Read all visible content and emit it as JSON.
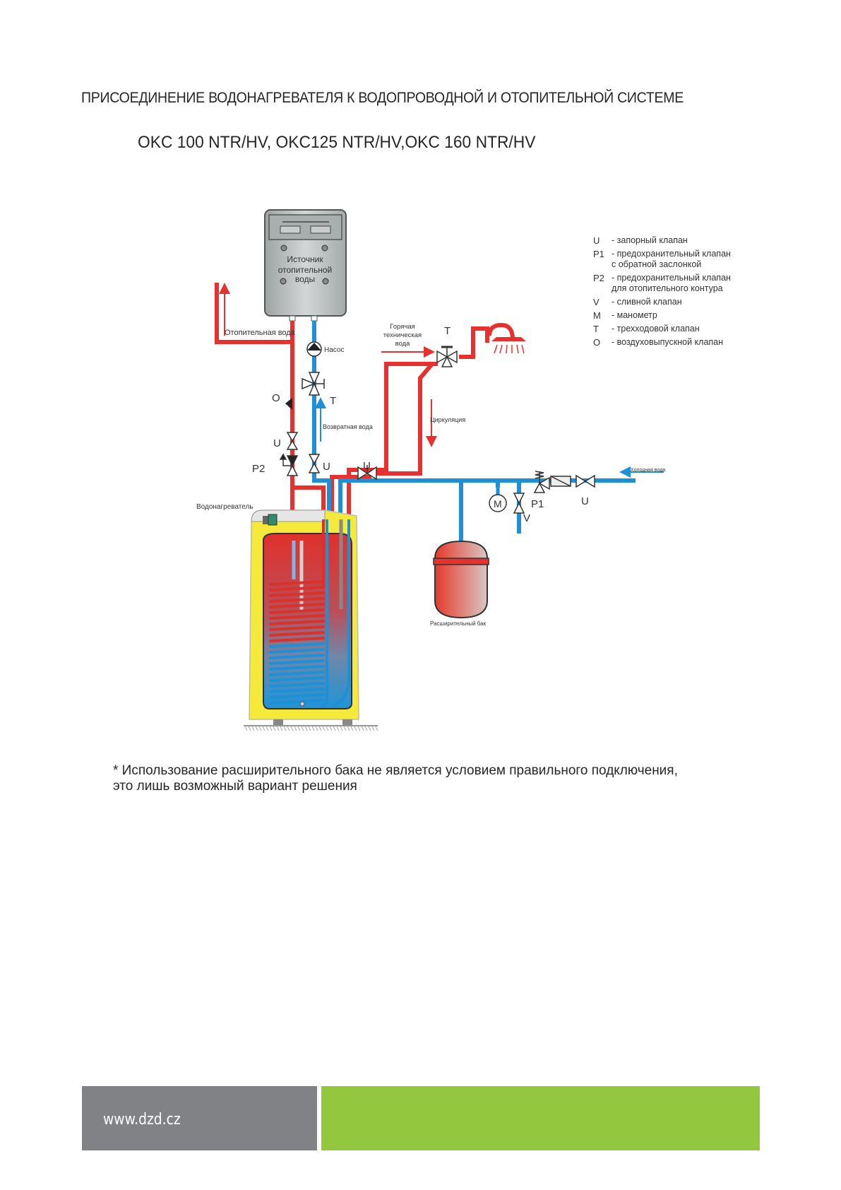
{
  "document": {
    "title": "ПРИСОЕДИНЕНИЕ ВОДОНАГРЕВАТЕЛЯ К ВОДОПРОВОДНОЙ И ОТОПИТЕЛЬНОЙ СИСТЕМЕ",
    "subtitle": "OKC 100 NTR/HV, OKC125 NTR/HV,OKC 160 NTR/HV"
  },
  "diagram": {
    "heat_source": {
      "line1": "Источник",
      "line2": "отопительной",
      "line3": "воды"
    },
    "labels": {
      "heating_water": "Отопительная вода",
      "pump": "Насос",
      "return_water": "Возвратная вода",
      "hot_water_1": "Горячая",
      "hot_water_2": "техническая",
      "hot_water_3": "вода",
      "circulation": "Циркуляция",
      "cold_water": "Холодная вода",
      "water_heater": "Водонагреватель",
      "expansion_tank": "Расширительный бак"
    },
    "valve_marks": {
      "T_top": "T",
      "T_return": "T",
      "O": "O",
      "U_heat": "U",
      "P2": "P2",
      "U_return": "U",
      "U_hot": "U",
      "M": "M",
      "P1": "P1",
      "V": "V",
      "U_cold": "U"
    },
    "colors": {
      "hot": "#e8312f",
      "cold": "#1f8fd6",
      "tank_yellow": "#f5e93a",
      "source_grey": "#b9bdbd"
    }
  },
  "legend": [
    {
      "key": "U",
      "text": "- запорный клапан"
    },
    {
      "key": "P1",
      "text": "- предохранительный клапан\n   с обратной заслонкой"
    },
    {
      "key": "P2",
      "text": "- предохранительный клапан\n   для отопительного контура"
    },
    {
      "key": "V",
      "text": "- сливной клапан"
    },
    {
      "key": "M",
      "text": "- манометр"
    },
    {
      "key": "T",
      "text": "- трехходовой клапан"
    },
    {
      "key": "O",
      "text": "- воздуховыпускной клапан"
    }
  ],
  "note": {
    "line1": "* Использование расширительного бака не является условием правильного подключения,",
    "line2": "это лишь возможный вариант решения"
  },
  "footer": {
    "url": "www.dzd.cz",
    "grey": "#808285",
    "green": "#93c83e"
  }
}
